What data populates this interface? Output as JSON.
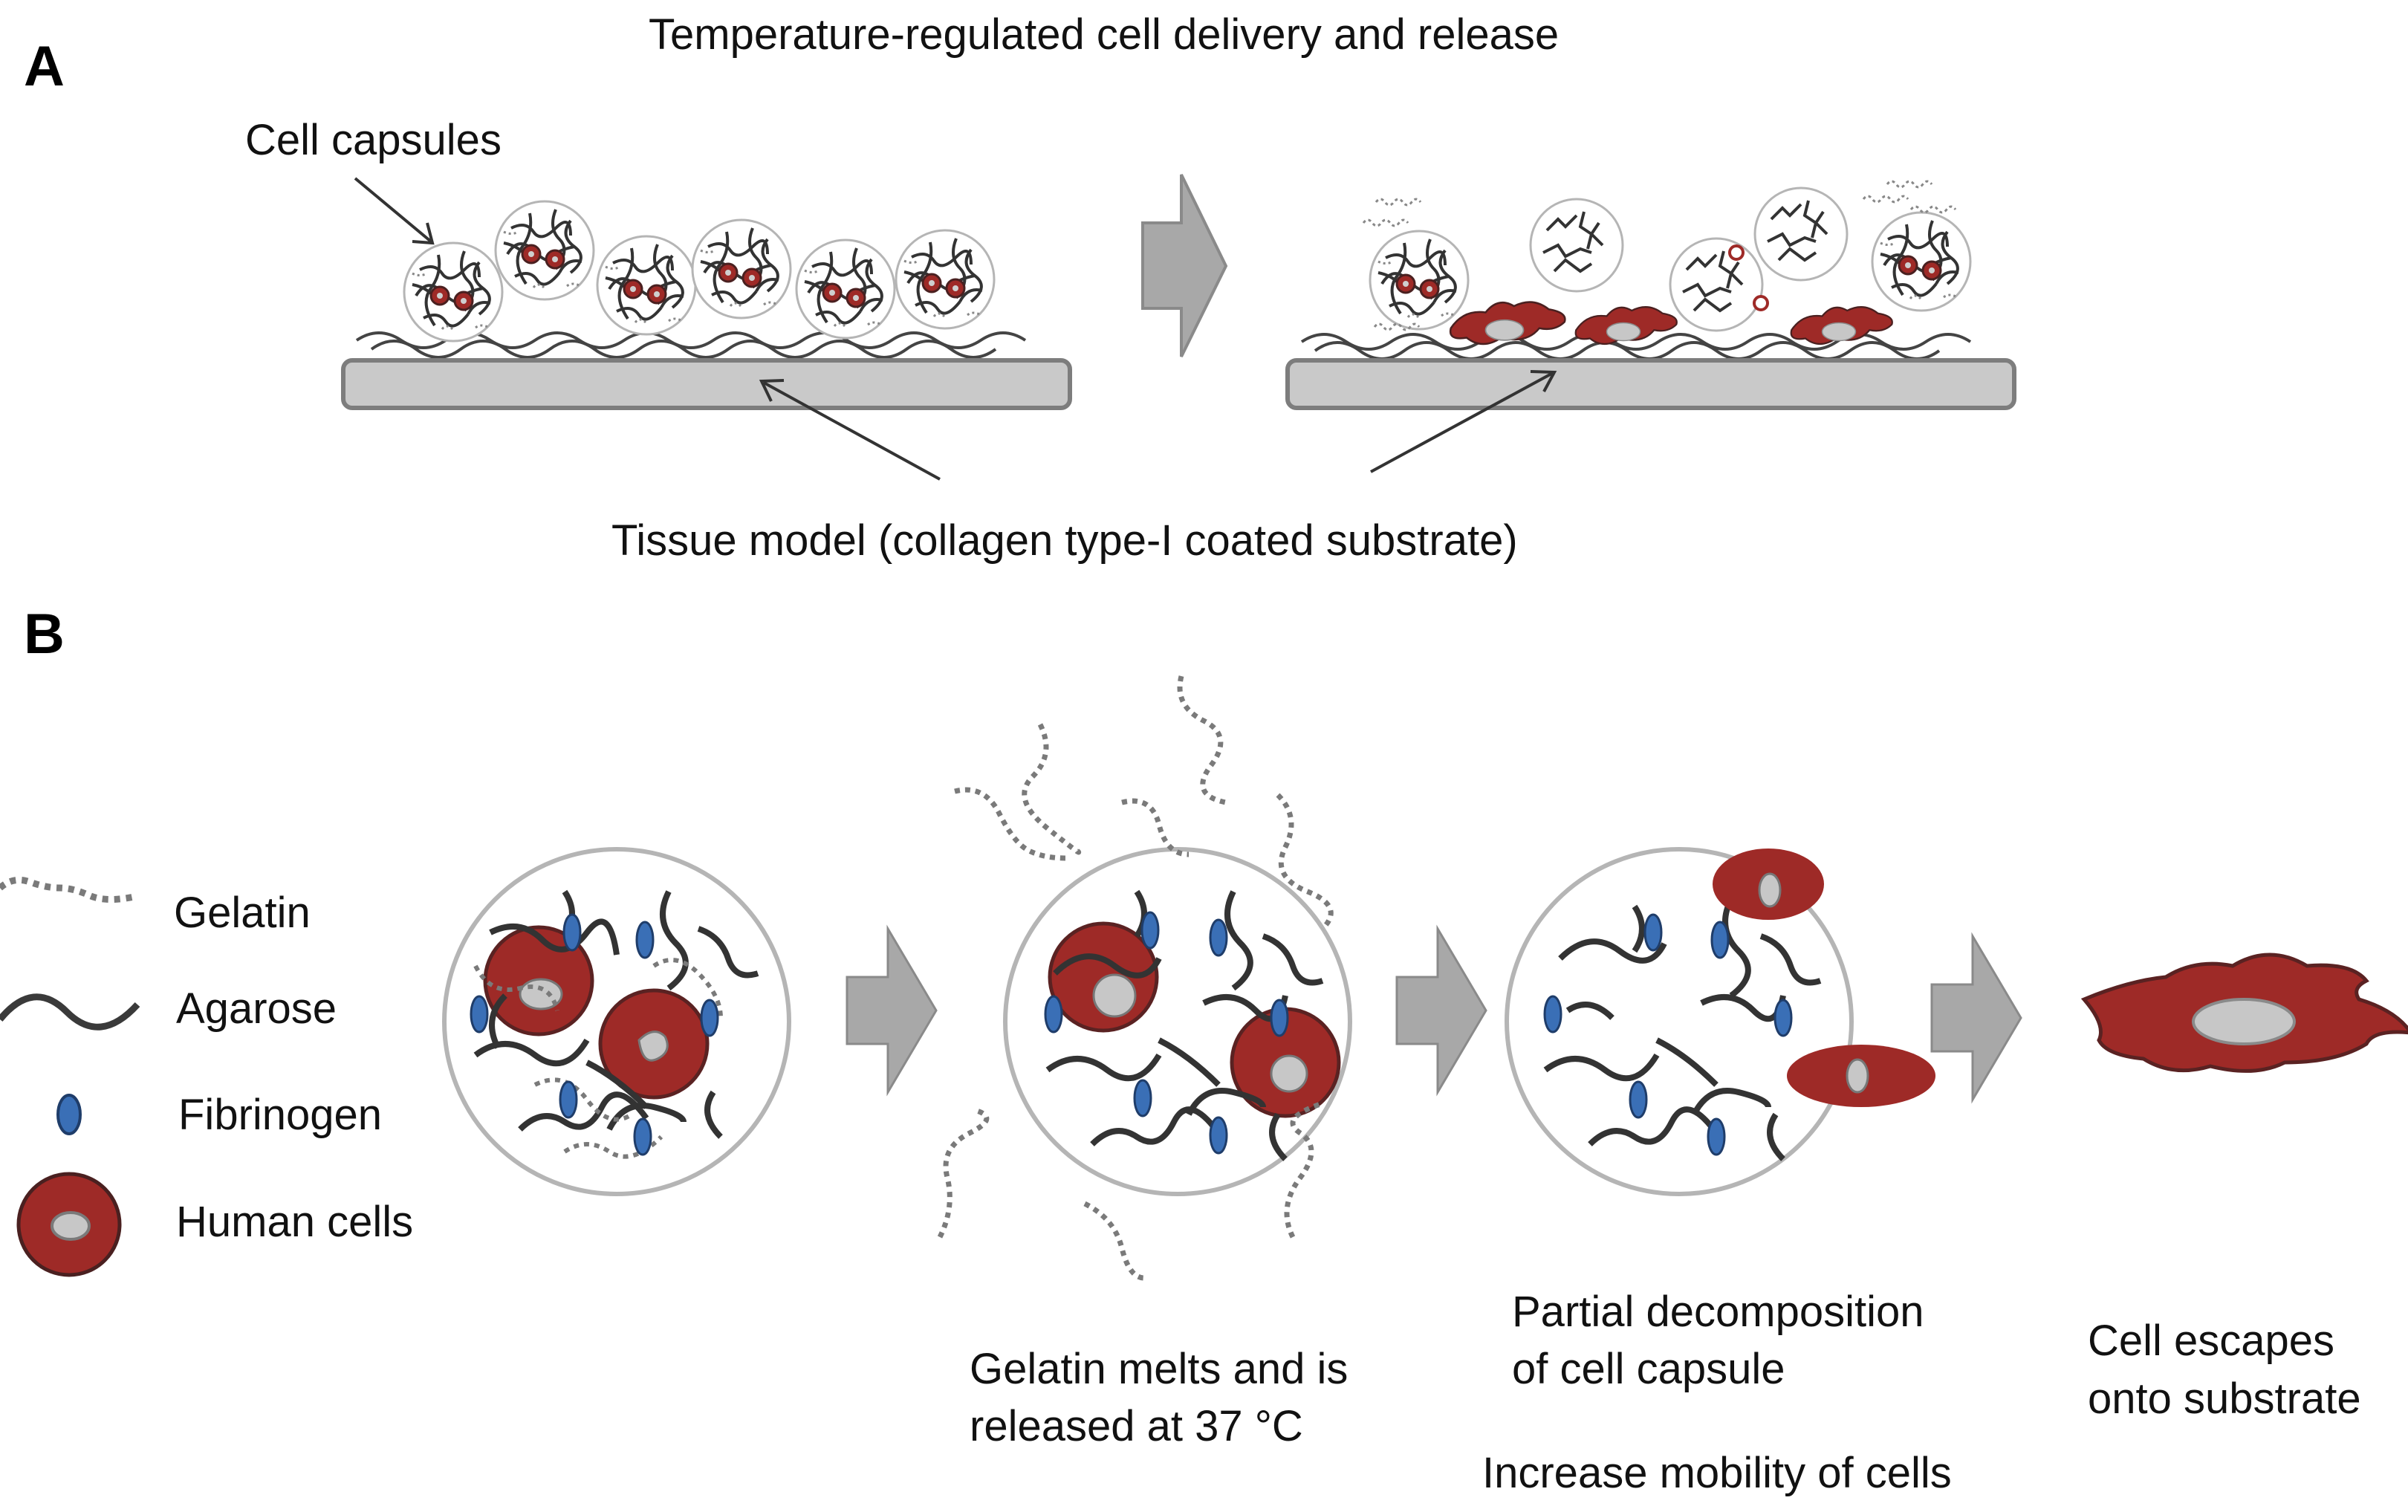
{
  "panel_a": {
    "letter": "A",
    "title": "Temperature-regulated cell delivery and release",
    "cell_capsules_label": "Cell capsules",
    "substrate_label": "Tissue model (collagen type-I  coated substrate)"
  },
  "panel_b": {
    "letter": "B",
    "legend": [
      {
        "label": "Gelatin",
        "icon": "gelatin-dotted-line-icon"
      },
      {
        "label": "Agarose",
        "icon": "agarose-wavy-line-icon"
      },
      {
        "label": "Fibrinogen",
        "icon": "fibrinogen-oval-icon"
      },
      {
        "label": "Human cells",
        "icon": "human-cell-icon"
      }
    ],
    "captions": {
      "stage2_line1": "Gelatin melts and is",
      "stage2_line2": "released at 37 °C",
      "stage3_line1": "Partial decomposition",
      "stage3_line2": "of cell capsule",
      "stage3_line3": "Increase mobility of cells",
      "stage4_line1": "Cell escapes",
      "stage4_line2": "onto substrate"
    }
  },
  "colors": {
    "cell_red": "#9e2a27",
    "cell_outline": "#4a2020",
    "nucleus_gray": "#c7c7c7",
    "fibrinogen_blue": "#3a6fb6",
    "agarose_dark": "#3a3a3a",
    "gelatin_gray": "#7a7a7a",
    "arrow_gray": "#a6a6a6",
    "substrate_gray": "#c8c8c8",
    "capsule_outline": "#b0b0b0"
  }
}
